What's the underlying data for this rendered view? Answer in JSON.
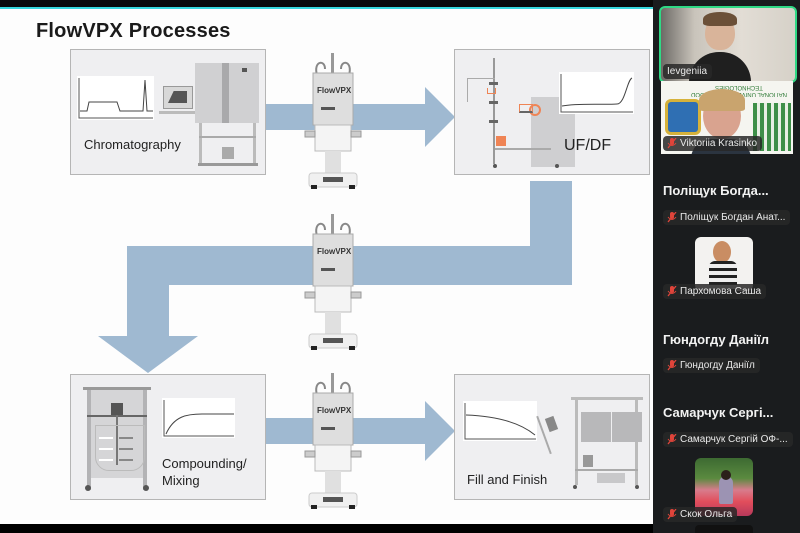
{
  "slide": {
    "title": "FlowVPX Processes",
    "panels": [
      {
        "id": "chromatography",
        "label": "Chromatography"
      },
      {
        "id": "ufdf",
        "label": "UF/DF"
      },
      {
        "id": "compounding",
        "label_line1": "Compounding/",
        "label_line2": "Mixing"
      },
      {
        "id": "fill-finish",
        "label": "Fill and Finish"
      }
    ],
    "device_brand": "FlowVPX",
    "arrow_color": "#9fb9d1",
    "accent_orange": "#ef8455"
  },
  "participants": [
    {
      "name": "Ievgeniia",
      "active_speaker": true,
      "muted": false
    },
    {
      "name": "Viktoriia Krasinko",
      "muted": true,
      "background_text": "NATIONAL UNIVERSITY OF FOOD TECHNOLOGIES"
    },
    {
      "display_name": "Поліщук Богда...",
      "name": "Поліщук Богдан Анат...",
      "muted": true
    },
    {
      "name": "Пархомова Саша",
      "muted": true
    },
    {
      "display_name": "Гюндогду Даніїл",
      "name": "Гюндогду Даніїл",
      "muted": true
    },
    {
      "display_name": "Самарчук Сергі...",
      "name": "Самарчук Сергій ОФ-...",
      "muted": true
    },
    {
      "name": "Скок Ольга",
      "muted": true
    }
  ],
  "colors": {
    "active_border": "#2fd985",
    "muted_icon": "#e0443a",
    "sidebar_bg": "#1a1c1e"
  }
}
